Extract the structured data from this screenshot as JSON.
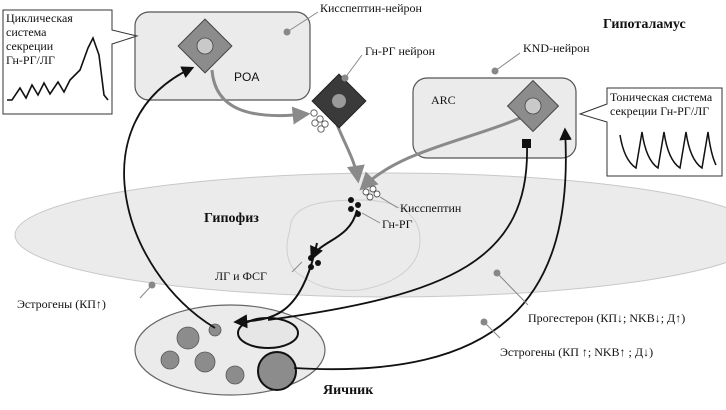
{
  "labels": {
    "hypothalamus": "Гипоталамус",
    "kisspeptin_neuron": "Кисспептин-нейрон",
    "gnrh_neuron": "Гн-РГ нейрон",
    "knd_neuron": "KND-нейрон",
    "poa": "POA",
    "arc": "ARC",
    "pituitary": "Гипофиз",
    "kisspeptin": "Кисспептин",
    "gnrh": "Гн-РГ",
    "lh_fsh": "ЛГ и ФСГ",
    "estrogens_left": "Эстрогены (КП↑)",
    "progesterone": "Прогестерон (КП↓; NKB↓; Д↑)",
    "estrogens_right": "Эстрогены (КП ↑; NKB↑ ; Д↓)",
    "ovary": "Яичник"
  },
  "callouts": {
    "cyclic": [
      "Циклическая",
      "система",
      "секреции",
      "Гн-РГ/ЛГ"
    ],
    "tonic": [
      "Тоническая система",
      "секреции Гн-РГ/ЛГ"
    ]
  },
  "colors": {
    "region": "#ebebeb",
    "neuron_fill": "#8c8c8c",
    "neuron_core": "#c9c9c9",
    "gnrh_neuron_fill": "#3a3a3a",
    "pathway": "#8a8a8a",
    "hormone_arrow": "#111111"
  }
}
